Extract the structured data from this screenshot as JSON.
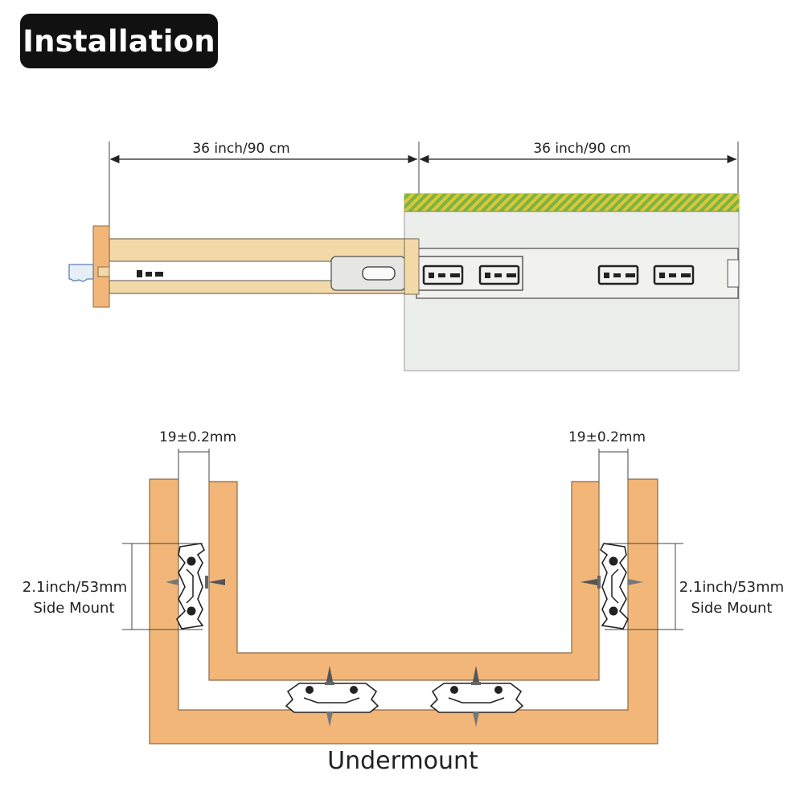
{
  "title": "Installation",
  "top_view": {
    "closed_length": "36 inch/90 cm",
    "extension_length": "36 inch/90 cm"
  },
  "bottom_view": {
    "left_clearance": "19±0.2mm",
    "right_clearance": "19±0.2mm",
    "left_height": "2.1inch/53mm",
    "left_mount": "Side Mount",
    "right_height": "2.1inch/53mm",
    "right_mount": "Side Mount",
    "undermount_label": "Undermount"
  },
  "colors": {
    "wood": "#F2B679",
    "wood_edge": "#8A6A45",
    "rail": "#F3D9A8",
    "cabinet": "#ECEEEB",
    "title_bg": "#111111",
    "top_stripe_green": "#7CB342",
    "top_stripe_yellow": "#D8C83A"
  }
}
